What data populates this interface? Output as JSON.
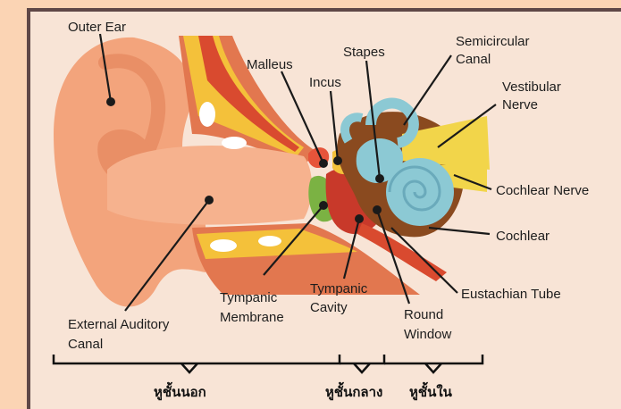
{
  "diagram": {
    "labels": {
      "outer_ear": "Outer Ear",
      "malleus": "Malleus",
      "incus": "Incus",
      "stapes": "Stapes",
      "semicircular_canal": [
        "Semicircular",
        "Canal"
      ],
      "vestibular_nerve": [
        "Vestibular",
        "Nerve"
      ],
      "cochlear_nerve": "Cochlear Nerve",
      "cochlear": "Cochlear",
      "eustachian_tube": "Eustachian Tube",
      "round_window": [
        "Round",
        "Window"
      ],
      "tympanic_cavity": [
        "Tympanic",
        "Cavity"
      ],
      "tympanic_membrane": [
        "Tympanic",
        "Membrane"
      ],
      "external_auditory_canal": [
        "External Auditory",
        "Canal"
      ]
    },
    "regions": {
      "outer": "หูชั้นนอก",
      "middle": "หูชั้นกลาง",
      "inner": "หูชั้นใน"
    },
    "colors": {
      "background": "#fbd4b4",
      "panel": "#f8e4d6",
      "frame": "#5f4747",
      "skin": "#f3a47c",
      "skin_dark": "#e98f66",
      "canal_wall": "#d94a2f",
      "cartilage": "#f4c13a",
      "bone": "#8a4a1f",
      "cochlea": "#8cc9d4",
      "nerve": "#f2d54a",
      "membrane": "#7bb243"
    }
  }
}
